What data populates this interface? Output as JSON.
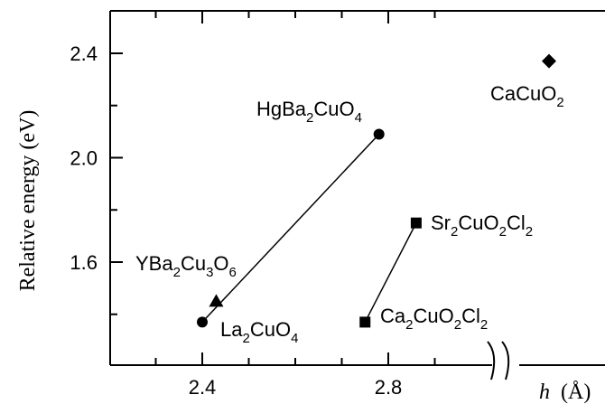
{
  "chart_data": {
    "type": "scatter",
    "ylabel": "Relative energy  (eV)",
    "xlabel_var": "h",
    "xlabel_unit": "(Å)",
    "xlim": [
      2.2,
      3.1
    ],
    "ylim": [
      1.2,
      2.55
    ],
    "x_ticks": [
      2.4,
      2.8
    ],
    "x_tick_labels": [
      "2.4",
      "2.8"
    ],
    "x_minor_ticks": [
      2.3,
      2.5,
      2.6,
      2.7,
      2.9
    ],
    "y_ticks": [
      1.6,
      2.0,
      2.4
    ],
    "y_tick_labels": [
      "1.6",
      "2.0",
      "2.4"
    ],
    "y_minor_ticks": [
      1.4,
      1.8,
      2.2
    ],
    "axis_break": "≈ (right of 3.0)",
    "grid": false,
    "points": [
      {
        "id": "la",
        "x": 2.4,
        "y": 1.37,
        "marker": "circle",
        "label": [
          [
            "La",
            ""
          ],
          [
            "2",
            "sub"
          ],
          [
            "CuO",
            ""
          ],
          [
            "4",
            "sub"
          ]
        ]
      },
      {
        "id": "hg",
        "x": 2.78,
        "y": 2.09,
        "marker": "circle",
        "label": [
          [
            "HgBa",
            ""
          ],
          [
            "2",
            "sub"
          ],
          [
            "CuO",
            ""
          ],
          [
            "4",
            "sub"
          ]
        ]
      },
      {
        "id": "ybco",
        "x": 2.43,
        "y": 1.45,
        "marker": "triangle",
        "label": [
          [
            "YBa",
            ""
          ],
          [
            "2",
            "sub"
          ],
          [
            "Cu",
            ""
          ],
          [
            "3",
            "sub"
          ],
          [
            "O",
            ""
          ],
          [
            "6",
            "sub"
          ]
        ]
      },
      {
        "id": "ca2",
        "x": 2.75,
        "y": 1.37,
        "marker": "square",
        "label": [
          [
            "Ca",
            ""
          ],
          [
            "2",
            "sub"
          ],
          [
            "CuO",
            ""
          ],
          [
            "2",
            "sub"
          ],
          [
            "Cl",
            ""
          ],
          [
            "2",
            "sub"
          ]
        ]
      },
      {
        "id": "sr2",
        "x": 2.86,
        "y": 1.75,
        "marker": "square",
        "label": [
          [
            "Sr",
            ""
          ],
          [
            "2",
            "sub"
          ],
          [
            "CuO",
            ""
          ],
          [
            "2",
            "sub"
          ],
          [
            "Cl",
            ""
          ],
          [
            "2",
            "sub"
          ]
        ]
      },
      {
        "id": "cacuo2",
        "x": 3.43,
        "y": 2.37,
        "marker": "diamond",
        "label": [
          [
            "CaCuO",
            ""
          ],
          [
            "2",
            "sub"
          ]
        ]
      }
    ],
    "lines": [
      {
        "from": "la",
        "to": "hg"
      },
      {
        "from": "ca2",
        "to": "sr2"
      }
    ]
  }
}
